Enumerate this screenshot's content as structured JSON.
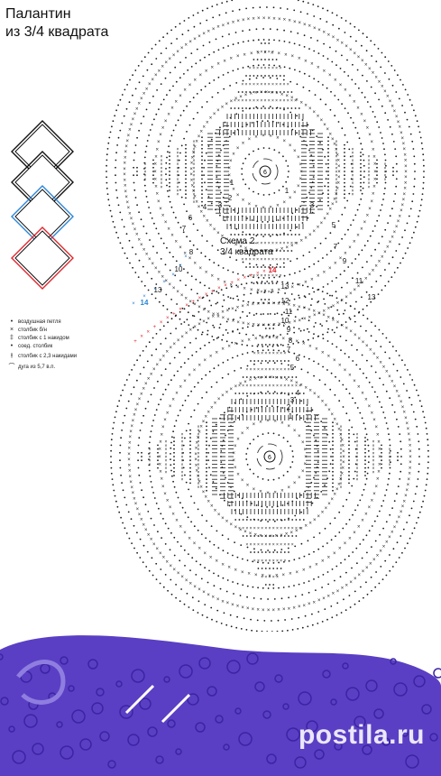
{
  "title": {
    "line1": "Палантин",
    "line2": "из 3/4 квадрата"
  },
  "scheme": {
    "line1": "Схема 2.",
    "line2": "3/4 квадрата"
  },
  "legend": [
    {
      "icon": "dot-icon",
      "label": "воздушная петля"
    },
    {
      "icon": "cross-icon",
      "label": "столбик б/н"
    },
    {
      "icon": "dc-icon",
      "label": "столбик с 1 накидом"
    },
    {
      "icon": "slip-icon",
      "label": "соед. столбик"
    },
    {
      "icon": "tr-icon",
      "label": "столбик с 2,3 накидами"
    },
    {
      "icon": "arc-icon",
      "label": "дуга из 5,7 в.п."
    }
  ],
  "row_numbers_top_left": [
    "1",
    "2",
    "3",
    "4",
    "6",
    "7",
    "8",
    "10",
    "13",
    "14"
  ],
  "row_numbers_top_right": [
    "1",
    "3",
    "5",
    "7",
    "9",
    "11",
    "13"
  ],
  "row_numbers_bottom": [
    "1",
    "2",
    "3",
    "4",
    "5",
    "6",
    "7",
    "8",
    "9",
    "10",
    "11",
    "12",
    "13",
    "14"
  ],
  "center_number": "6",
  "colors": {
    "ink": "#1a1a1a",
    "blue": "#2a86d6",
    "red": "#e0262d",
    "yarn": "#5a3fc4"
  },
  "watermark": "postila.ru",
  "photo": {
    "icon": "crochet-photo"
  }
}
